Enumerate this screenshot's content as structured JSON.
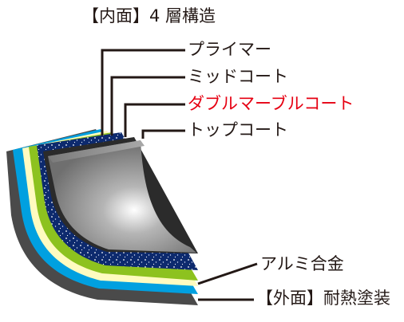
{
  "inner_title": "【内面】4 層構造",
  "layers": {
    "primer": "プライマー",
    "mid_coat": "ミッドコート",
    "double_marble_coat": "ダブルマーブルコート",
    "top_coat": "トップコート",
    "aluminum": "アルミ合金",
    "outer_coat": "【外面】耐熱塗装"
  },
  "colors": {
    "text": "#231815",
    "highlight": "#e60012",
    "grey_outer": "#4a4a4a",
    "blue": "#00a0e0",
    "cream": "#fffbc0",
    "green": "#8dc21f",
    "navy": "#0d2a6e",
    "pan_grey": "#8c8c8c"
  },
  "icons": [
    "speckle-pattern-icon"
  ]
}
